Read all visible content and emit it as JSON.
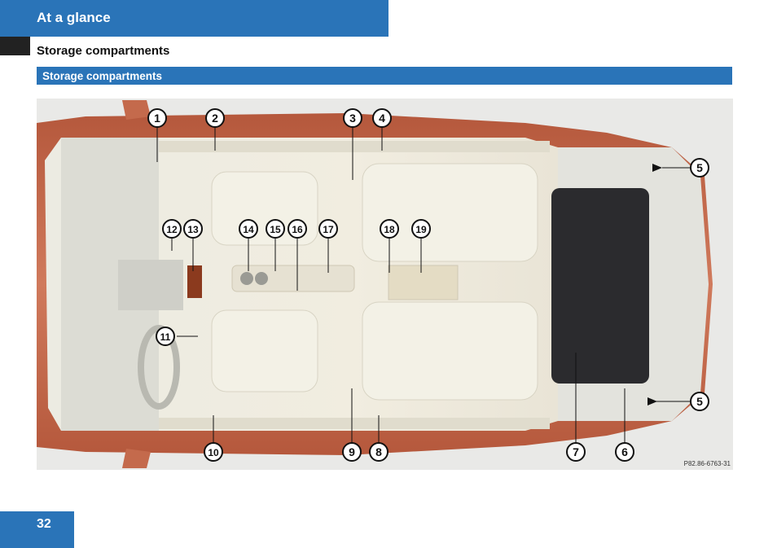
{
  "header": {
    "title": "At a glance"
  },
  "section": {
    "heading": "Storage compartments"
  },
  "subsection": {
    "title": "Storage compartments"
  },
  "figure": {
    "reference_code": "P82.86-6763-31",
    "callouts": [
      "1",
      "2",
      "3",
      "4",
      "5",
      "5",
      "6",
      "7",
      "8",
      "9",
      "10",
      "11",
      "12",
      "13",
      "14",
      "15",
      "16",
      "17",
      "18",
      "19"
    ]
  },
  "footer": {
    "page_number": "32"
  }
}
